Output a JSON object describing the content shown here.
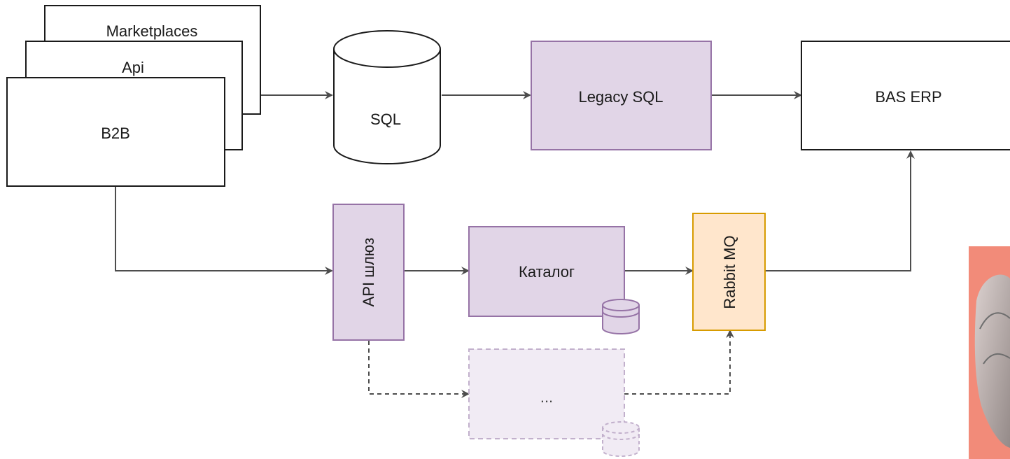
{
  "diagram": {
    "nodes": {
      "marketplaces": {
        "label": "Marketplaces"
      },
      "api": {
        "label": "Api"
      },
      "b2b": {
        "label": "B2B"
      },
      "sql": {
        "label": "SQL"
      },
      "legacy_sql": {
        "label": "Legacy SQL"
      },
      "bas_erp": {
        "label": "BAS ERP"
      },
      "api_gateway": {
        "label": "API шлюз"
      },
      "catalog": {
        "label": "Каталог"
      },
      "rabbit_mq": {
        "label": "Rabbit MQ"
      },
      "other_service": {
        "label": "..."
      }
    },
    "colors": {
      "stroke": "#3a3a3a",
      "edge": "#4d4d4d",
      "purple_fill": "#e1d5e7",
      "purple_stroke": "#9673a6",
      "orange_fill": "#ffe6cc",
      "orange_stroke": "#d79b00",
      "faded_fill": "#f1ebf4",
      "faded_stroke": "#c2b0cc",
      "photo_bg": "#f28b79"
    }
  }
}
